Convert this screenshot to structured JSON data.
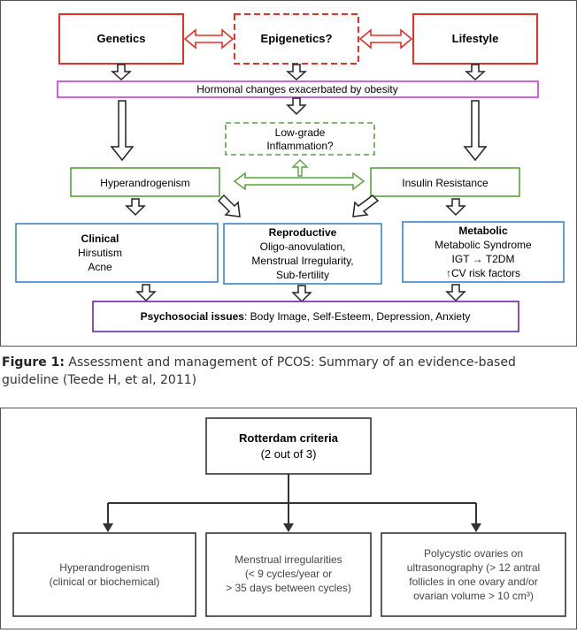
{
  "figure1": {
    "genetics": "Genetics",
    "epigenetics": "Epigenetics?",
    "lifestyle": "Lifestyle",
    "hormonal": "Hormonal changes exacerbated by obesity",
    "inflammation_line1": "Low-grade",
    "inflammation_line2": "Inflammation?",
    "hyperandrogenism": "Hyperandrogenism",
    "insulin_resistance": "Insulin Resistance",
    "clinical": {
      "title": "Clinical",
      "items": [
        "Hirsutism",
        "Acne"
      ]
    },
    "reproductive": {
      "title": "Reproductive",
      "items": [
        "Oligo-anovulation,",
        "Menstrual Irregularity,",
        "Sub-fertility"
      ]
    },
    "metabolic": {
      "title": "Metabolic",
      "items": [
        "Metabolic Syndrome",
        "IGT → T2DM",
        "↑CV risk factors"
      ]
    },
    "psychosocial_label": "Psychosocial issues",
    "psychosocial_text": ": Body Image, Self-Esteem, Depression, Anxiety",
    "caption_label": "Figure 1:",
    "caption_text": " Assessment and management of PCOS: Summary of an evidence-based guideline (Teede H, et al, 2011)"
  },
  "figure2": {
    "title": "Rotterdam criteria",
    "subtitle": "(2 out of 3)",
    "box1": [
      "Hyperandrogenism",
      "(clinical or biochemical)"
    ],
    "box2": [
      "Menstrual irregularities",
      "(< 9 cycles/year or",
      "> 35 days between cycles)"
    ],
    "box3": [
      "Polycystic ovaries on",
      "ultrasonography (> 12 antral",
      "follicles in one ovary and/or",
      "ovarian volume > 10 cm³)"
    ]
  },
  "colors": {
    "red": "#e8302a",
    "magenta": "#c83bd6",
    "green": "#5aa23e",
    "blue": "#3a86c8",
    "purple": "#7a3fb0"
  }
}
